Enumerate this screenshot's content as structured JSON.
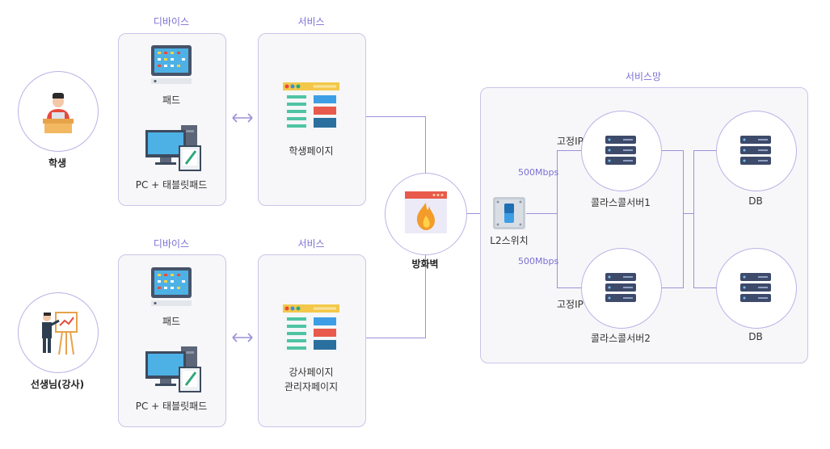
{
  "top": {
    "device_section": "디바이스",
    "service_section": "서비스",
    "pad_label": "패드",
    "pc_label": "PC + 태블릿패드",
    "service_page": "학생페이지",
    "user": "학생"
  },
  "bottom": {
    "device_section": "디바이스",
    "service_section": "서비스",
    "pad_label": "패드",
    "pc_label": "PC + 태블릿패드",
    "service_page_line1": "강사페이지",
    "service_page_line2": "관리자페이지",
    "user": "선생님(강사)"
  },
  "firewall": "방화벽",
  "network": {
    "title": "서비스망",
    "switch": "L2스위치",
    "server1": "콜라스콜서버1",
    "server2": "콜라스콜서버2",
    "db1": "DB",
    "db2": "DB",
    "fixed_ip_1": "고정IP",
    "fixed_ip_2": "고정IP",
    "speed_1": "500Mbps",
    "speed_2": "500Mbps"
  },
  "colors": {
    "accent": "#7b6fd4",
    "line": "#9a92d8",
    "border": "#c9c5ea"
  },
  "icons": [
    "student-icon",
    "teacher-icon",
    "pad-icon",
    "pc-icon",
    "webpage-icon",
    "firewall-icon",
    "switch-icon",
    "server-icon",
    "bidirectional-arrow-icon"
  ]
}
